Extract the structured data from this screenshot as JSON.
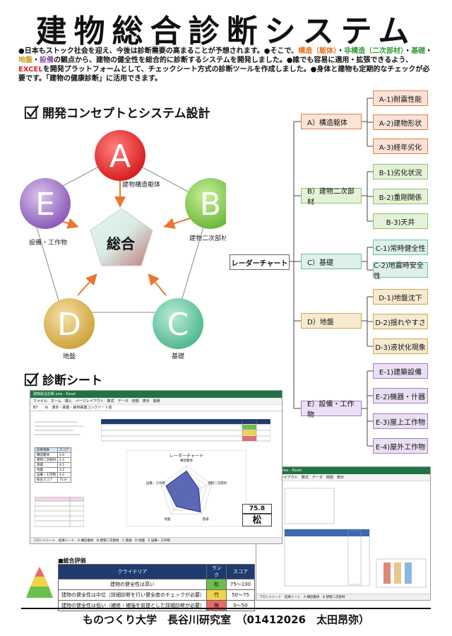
{
  "title": "建物総合診断システム",
  "intro": {
    "l1a": "●日本もストック社会を迎え、今後は診断需要の高まることが予想されます。●そこで、",
    "l1b": "構造（躯体）",
    "l1c": "・",
    "l1d": "非構造（二次部材）",
    "l1e": "・",
    "l1f": "基礎",
    "l1g": "・",
    "l1h": "地盤",
    "l1i": "・",
    "l1j": "設備",
    "l1k": "の観点から、建物の健全性を総合的に診断するシステムを開発しました。●誰でも容易に適用・拡張できるよう、",
    "l1l": "EXCEL",
    "l1m": "を開発プラットフォームとして、チェックシート方式の診断ツールを作成しました。●身体と建物も定期的なチェックが必要です。「建物の健康診断」に活用できます。"
  },
  "section1": "開発コンセプトとシステム設計",
  "section2": "診断シート",
  "concept": {
    "center": "総合",
    "nodes": [
      {
        "letter": "A",
        "label": "建物構造躯体",
        "color": "#e03030"
      },
      {
        "letter": "B",
        "label": "建物二次部材",
        "color": "#7cc242"
      },
      {
        "letter": "C",
        "label": "基礎",
        "color": "#5fbfa0"
      },
      {
        "letter": "D",
        "label": "地盤",
        "color": "#d9b24a"
      },
      {
        "letter": "E",
        "label": "設備・工作物",
        "color": "#9a6fc0"
      }
    ]
  },
  "radar_chart_label": "レーダーチャート",
  "tree": [
    {
      "label": "A）構造躯体",
      "bg": "#fbe3d6",
      "border": "#e08050",
      "leaves": [
        "A-1)耐震性能",
        "A-2)建物形状",
        "A-3)経年劣化"
      ]
    },
    {
      "label": "B）建物二次部材",
      "bg": "#e4f2d8",
      "border": "#8fc070",
      "leaves": [
        "B-1)劣化状況",
        "B-2)重剛関係",
        "B-3)天井"
      ]
    },
    {
      "label": "C）基礎",
      "bg": "#ddf1ea",
      "border": "#6fc0a0",
      "leaves": [
        "C-1)常時健全性",
        "C-2)地震時安全性"
      ]
    },
    {
      "label": "D）地盤",
      "bg": "#f6ead0",
      "border": "#d0a850",
      "leaves": [
        "D-1)地盤沈下",
        "D-2)揺れやすさ",
        "D-3)液状化現象"
      ]
    },
    {
      "label": "E）設備・工作物",
      "bg": "#ebe0f3",
      "border": "#a080c0",
      "leaves": [
        "E-1)建築設備",
        "E-2)機器・什器",
        "E-3)屋上工作物",
        "E-4)屋外工作物"
      ]
    }
  ],
  "sheet1": {
    "window_title": "建物総合診断.xlsx - Excel",
    "menu": "ファイル　ホーム　挿入　ページレイアウト　数式　データ　校閲　表示　開発",
    "formula": "B7　　fx　通本・鉄筋・鉄骨鉄筋コンクリート造",
    "score": "75.8",
    "rank": "松",
    "radar_title": "レーダーチャート",
    "radar_axes": [
      "構造躯体",
      "建物二次部材",
      "基礎",
      "地盤",
      "設備・工作物"
    ],
    "tabs": "フロントシート　結果シート　A 構造躯体　B 建物二次部材　C 基礎　D 地盤　E 設備・工作物",
    "left_rows": [
      [
        "構造躯体",
        "4.0"
      ],
      [
        "建物二次部材",
        "2.4"
      ],
      [
        "基礎",
        "4.5"
      ],
      [
        "地盤",
        "3.2"
      ],
      [
        "設備・工作物",
        "4.0"
      ],
      [
        "総合スコア",
        "75.8"
      ]
    ],
    "left_head": [
      "診断項目",
      "スコア"
    ]
  },
  "sheet2": {
    "window_title": "建物総合診断.xlsx - Excel",
    "menu": "挿入　ページレイアウト　数式　データ　校閲　表示",
    "tabs": "フロントシート　結果シート　A 構造躯体　B 建物二次部材"
  },
  "evaluation": {
    "title": "■総合評価",
    "headers": [
      "クライテリア",
      "ランク",
      "スコア"
    ],
    "rows": [
      {
        "criteria": "建物の健全性は高い",
        "rank": "松",
        "score": "75〜100",
        "color": "#6cbf4a"
      },
      {
        "criteria": "建物の健全性は中位（詳細診断を行い健全度のチェックが必要）",
        "rank": "竹",
        "score": "50〜75",
        "color": "#f0d34a"
      },
      {
        "criteria": "建物の健全性は低い（補修・補強を前提とした詳細診断が必要）",
        "rank": "梅",
        "score": "0〜50",
        "color": "#e86a6a"
      }
    ]
  },
  "footer": "ものつくり大学　長谷川研究室　（01412026　太田昂弥）"
}
